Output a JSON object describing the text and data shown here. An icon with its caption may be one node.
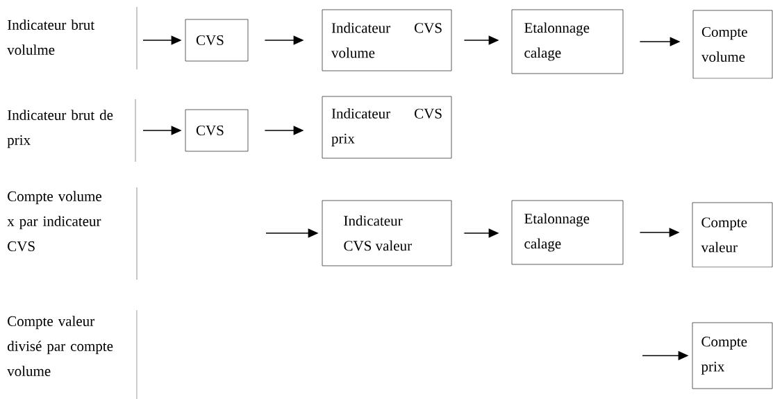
{
  "diagram": {
    "nodes": [
      {
        "text": [
          "CVS"
        ]
      },
      {
        "text": [
          "Indicateur CVS volume"
        ]
      },
      {
        "text": [
          "Etalonnage calage"
        ]
      },
      {
        "text": [
          "Compte volume"
        ]
      },
      {
        "text": [
          "CVS"
        ]
      },
      {
        "text": [
          "Indicateur CVS prix"
        ]
      },
      {
        "text": [
          "Indicateur CVS valeur"
        ]
      },
      {
        "text": [
          "Etalonnage calage"
        ]
      },
      {
        "text": [
          "Compte valeur"
        ]
      },
      {
        "text": [
          "Compte prix"
        ]
      }
    ],
    "edges": [
      {
        "from": null,
        "to": 0,
        "arrow": "to"
      },
      {
        "from": 0,
        "to": 1,
        "arrow": "to"
      },
      {
        "from": 1,
        "to": 2,
        "arrow": "to"
      },
      {
        "from": 2,
        "to": 3,
        "arrow": "to"
      },
      {
        "from": null,
        "to": 4,
        "arrow": "to"
      },
      {
        "from": 4,
        "to": 5,
        "arrow": "to"
      },
      {
        "from": null,
        "to": 6,
        "arrow": "to"
      },
      {
        "from": 6,
        "to": 7,
        "arrow": "to"
      },
      {
        "from": 7,
        "to": 8,
        "arrow": "to"
      },
      {
        "from": null,
        "to": 9,
        "arrow": "to"
      }
    ],
    "labels": [
      "Indicateur brut volulme",
      "Indicateur brut de prix",
      "Compte volume x par indicateur CVS",
      "Compte valeur divisé par compte volume"
    ]
  }
}
